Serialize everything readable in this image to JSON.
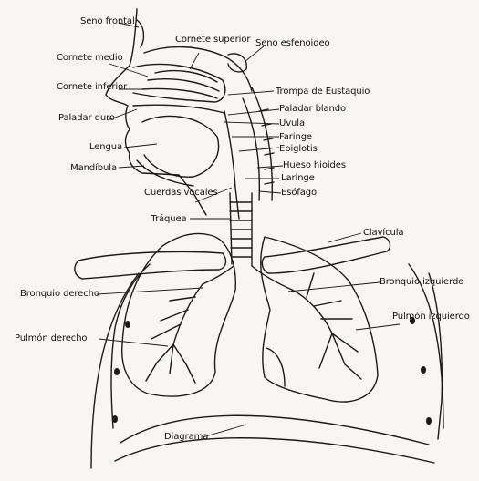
{
  "diagram": {
    "labels": {
      "seno_frontal": "Seno frontal",
      "cornete_superior": "Cornete superior",
      "seno_esfenoideo": "Seno esfenoideo",
      "cornete_medio": "Cornete medio",
      "cornete_inferior": "Cornete inferior",
      "trompa_eustaquio": "Trompa de Eustaquio",
      "paladar_blando": "Paladar blando",
      "paladar_duro": "Paladar duro",
      "uvula": "Uvula",
      "faringe": "Faringe",
      "lengua": "Lengua",
      "epiglotis": "Epiglotis",
      "hueso_hioides": "Hueso hioides",
      "mandibula": "Mandíbula",
      "laringe": "Laringe",
      "esofago": "Esófago",
      "cuerdas_vocales": "Cuerdas vocales",
      "traquea": "Tráquea",
      "clavicula": "Clavícula",
      "bronquio_izquierdo": "Bronquio izquierdo",
      "bronquio_derecho": "Bronquio derecho",
      "pulmon_izquierdo": "Pulmón izquierdo",
      "pulmon_derecho": "Pulmón derecho",
      "diagrama": "Diagrama"
    }
  }
}
